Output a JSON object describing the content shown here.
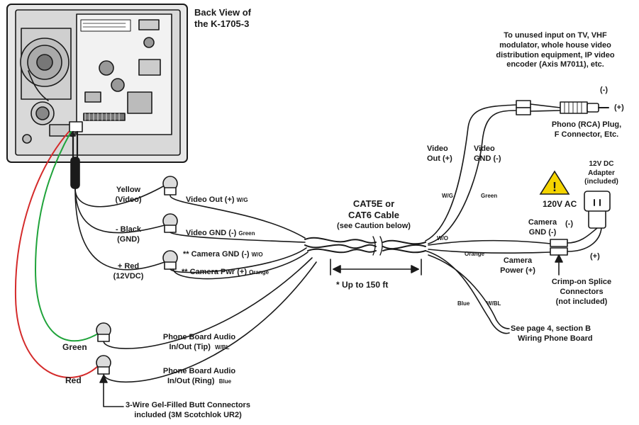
{
  "title": {
    "line1": "Back View of",
    "line2": "the K-1705-3"
  },
  "top_note": {
    "line1": "To unused input on TV, VHF",
    "line2": "modulator, whole house video",
    "line3": "distribution equipment, IP video",
    "line4": "encoder (Axis M7011), etc."
  },
  "phono": {
    "minus": "(-)",
    "plus": "(+)",
    "line1": "Phono (RCA) Plug,",
    "line2": "F Connector, Etc."
  },
  "video_out_right": {
    "line1": "Video",
    "line2": "Out (+)"
  },
  "video_gnd_right": {
    "line1": "Video",
    "line2": "GND (-)"
  },
  "adapter": {
    "line1": "12V DC",
    "line2": "Adapter",
    "line3": "(included)"
  },
  "ac": {
    "label": "120V AC",
    "warning_glyph": "!"
  },
  "wire_colors": {
    "wg": "W/G",
    "green": "Green",
    "wo": "W/O",
    "orange": "Orange",
    "blue": "Blue",
    "wbl": "W/BL"
  },
  "cable": {
    "line1": "CAT5E or",
    "line2": "CAT6 Cable",
    "line3": "(see Caution below)"
  },
  "length": "* Up to 150 ft",
  "left_wires": {
    "yellow": {
      "line1": "Yellow",
      "line2": "(Video)"
    },
    "black": {
      "line1": "- Black",
      "line2": "(GND)"
    },
    "red": {
      "line1": "+ Red",
      "line2": "(12VDC)"
    },
    "green": "Green",
    "red_single": "Red"
  },
  "conductors": {
    "video_out": "Video Out (+)",
    "video_gnd": "Video GND (-)",
    "camera_gnd": "** Camera GND (-)",
    "camera_pwr": "** Camera Pwr (+)"
  },
  "phone_tip": {
    "line1": "Phone Board Audio",
    "line2": "In/Out (Tip)"
  },
  "phone_ring": {
    "line1": "Phone Board Audio",
    "line2": "In/Out (Ring)"
  },
  "camera_gnd_right": {
    "line1": "Camera",
    "line2": "GND (-)"
  },
  "camera_power_right": {
    "line1": "Camera",
    "line2": "Power (+)"
  },
  "adapter_minus": "(-)",
  "adapter_plus": "(+)",
  "splice": {
    "line1": "Crimp-on Splice",
    "line2": "Connectors",
    "line3": "(not included)"
  },
  "see_page": {
    "line1": "See page 4, section B",
    "line2": "Wiring Phone Board"
  },
  "butt": {
    "line1": "3-Wire Gel-Filled Butt Connectors",
    "line2": "included (3M Scotchlok UR2)"
  },
  "colors": {
    "ink": "#1a1a1a",
    "red_wire": "#d42a2a",
    "green_wire": "#1fa33a",
    "warning_yellow": "#f5d400"
  }
}
